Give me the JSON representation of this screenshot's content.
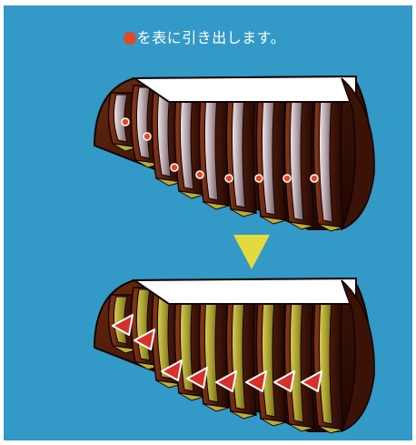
{
  "caption": {
    "text": "を表に引き出します。",
    "dot_color": "#e04a25"
  },
  "colors": {
    "background": "#3399c7",
    "flipped_flap": "#b8ae36",
    "arrow_down": "#e4da3c",
    "arrow_marker": "#d8302a",
    "dot_marker": "#e04a25",
    "base": "#2c0c04",
    "outline": "#140404"
  },
  "diagrams": [
    {
      "id": "before",
      "state": "flaps-hidden",
      "marker": "dot-icon",
      "marker_count": 8
    },
    {
      "id": "after",
      "state": "flaps-pulled-out",
      "marker": "arrow-icon",
      "marker_count": 8
    }
  ],
  "direction_marker": "triangle-down-icon"
}
